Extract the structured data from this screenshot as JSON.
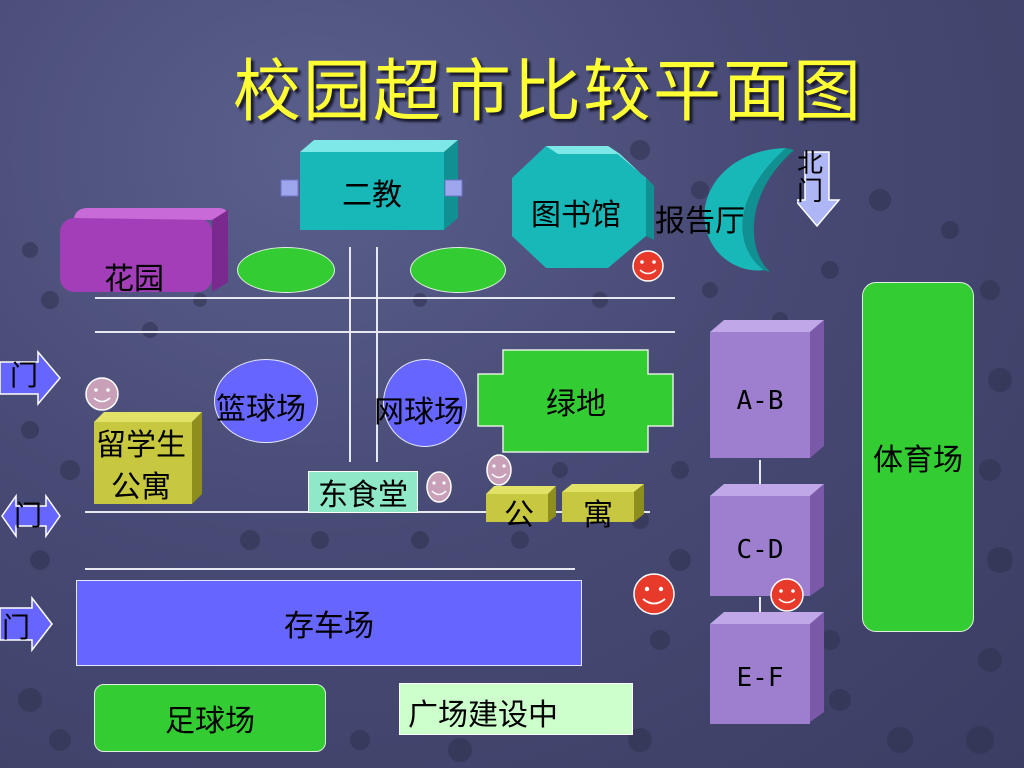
{
  "title": "校园超市比较平面图",
  "buildings": {
    "erjiao": "二教",
    "library": "图书馆",
    "hall": "报告厅",
    "garden": "花园",
    "basketball": "篮球场",
    "tennis": "网球场",
    "greenland": "绿地",
    "intl_dorm_line1": "留学生",
    "intl_dorm_line2": "公寓",
    "canteen": "东食堂",
    "dorm_1": "公",
    "dorm_2": "寓",
    "parking": "存车场",
    "football": "足球场",
    "plaza": "广场建设中",
    "stadium": "体育场",
    "block_ab": "A-B",
    "block_cd": "C-D",
    "block_ef": "E-F"
  },
  "gates": {
    "north": "北门",
    "west_top": "门",
    "west_mid": "门",
    "west_bottom": "门"
  },
  "colors": {
    "title": "#ffff33",
    "teal": "#19b8b8",
    "purple_garden": "#a23fb8",
    "green": "#33cc33",
    "blue": "#6666ff",
    "lilac": "#9e7fcf",
    "olive": "#c8c840",
    "smiley_red": "#e83a2a",
    "smiley_pink": "#c8a0b8"
  }
}
